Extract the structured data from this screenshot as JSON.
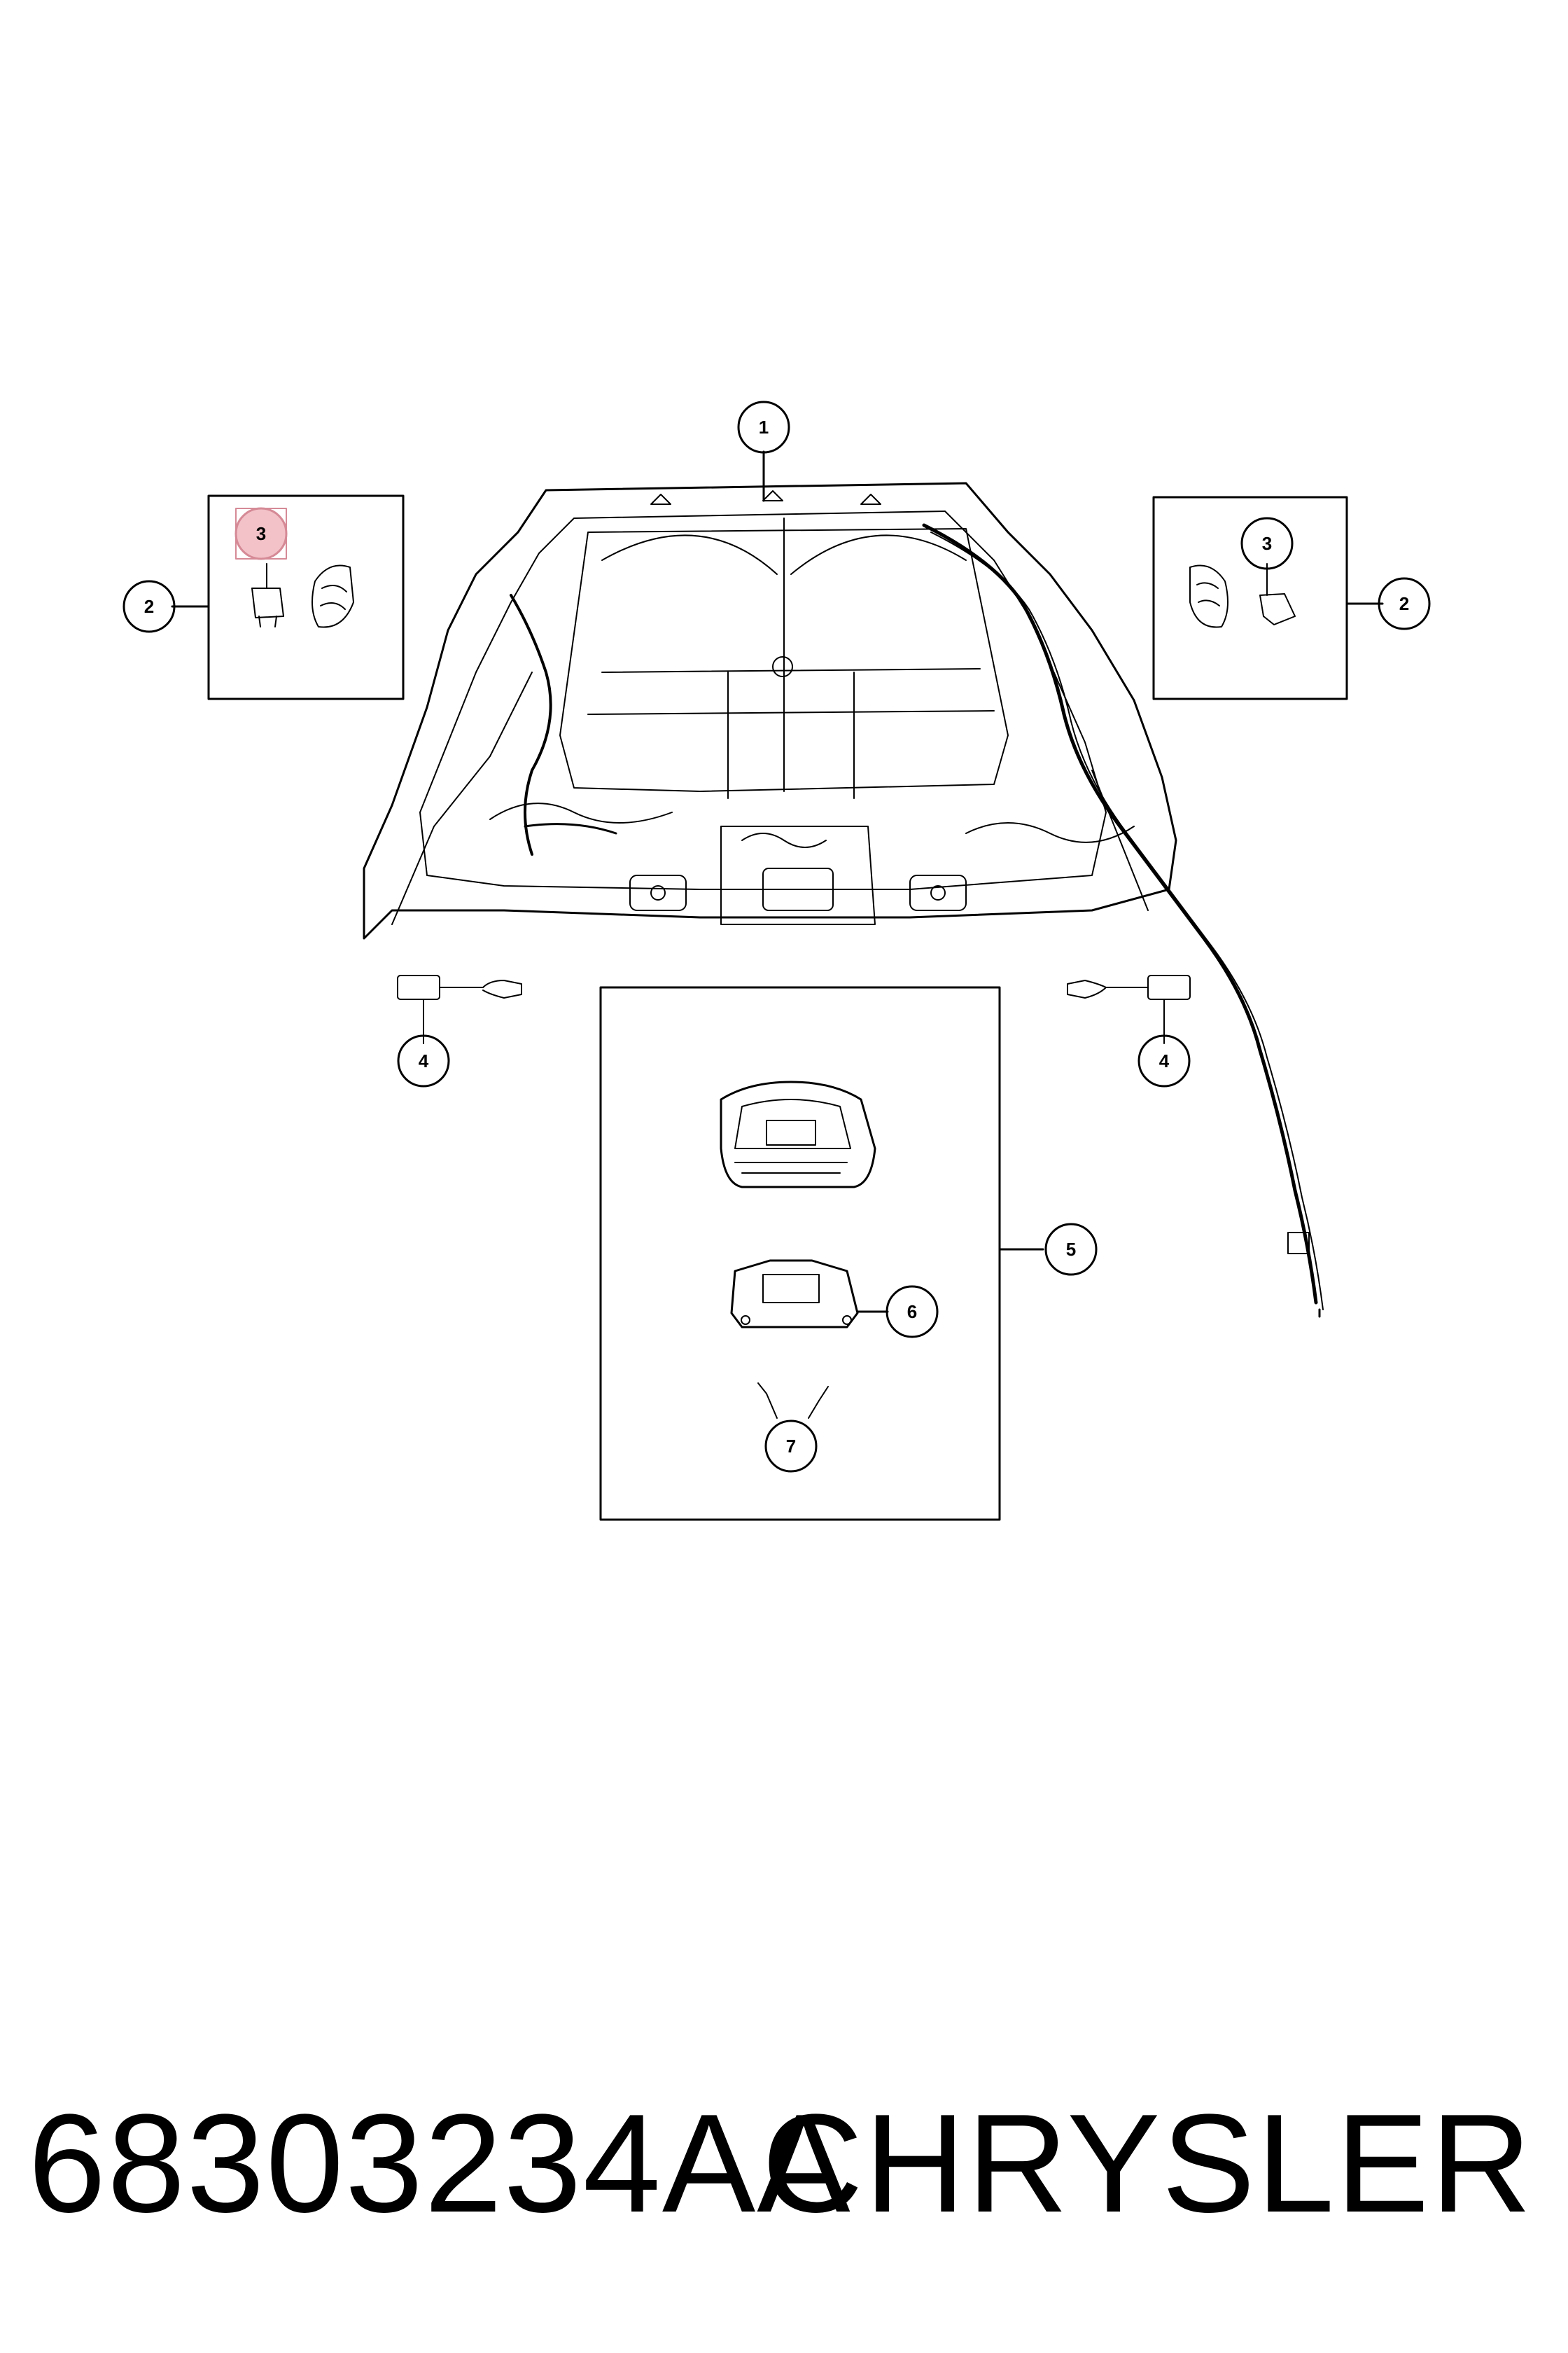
{
  "diagram": {
    "callouts": [
      "1",
      "2",
      "2",
      "3",
      "3",
      "4",
      "4",
      "5",
      "6",
      "7"
    ],
    "highlight_color": "#f2c2c8"
  },
  "footer": {
    "part_number": "68303234AA",
    "brand": "CHRYSLER"
  }
}
